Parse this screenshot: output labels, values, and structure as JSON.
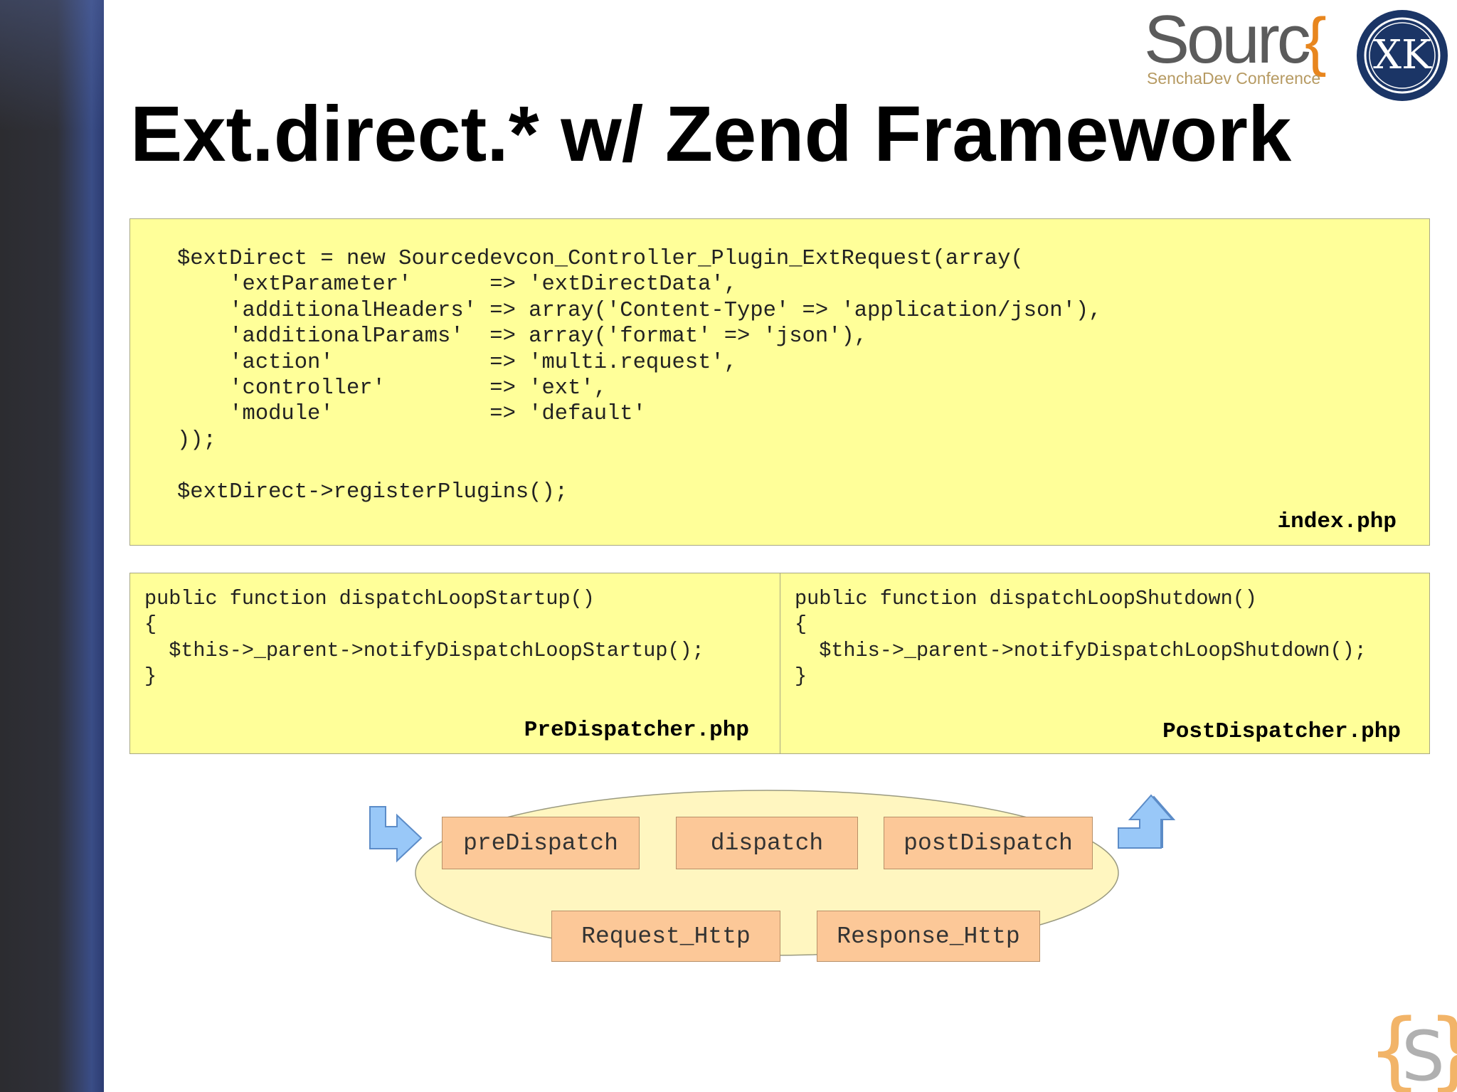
{
  "slide": {
    "title": "Ext.direct.* w/ Zend Framework"
  },
  "logo": {
    "word": "Sourc",
    "brace": "{",
    "subtitle": "SenchaDev Conference",
    "seal_letters": "XK",
    "corner_letter": "S"
  },
  "index_box": {
    "code": "$extDirect = new Sourcedevcon_Controller_Plugin_ExtRequest(array(\n    'extParameter'      => 'extDirectData',\n    'additionalHeaders' => array('Content-Type' => 'application/json'),\n    'additionalParams'  => array('format' => 'json'),\n    'action'            => 'multi.request',\n    'controller'        => 'ext',\n    'module'            => 'default'\n));\n\n$extDirect->registerPlugins();",
    "filename": "index.php"
  },
  "pre_box": {
    "code": "public function dispatchLoopStartup()\n{\n  $this->_parent->notifyDispatchLoopStartup();\n}",
    "filename": "PreDispatcher.php"
  },
  "post_box": {
    "code": "public function dispatchLoopShutdown()\n{\n  $this->_parent->notifyDispatchLoopShutdown();\n}",
    "filename": "PostDispatcher.php"
  },
  "diagram": {
    "stages": [
      "preDispatch",
      "dispatch",
      "postDispatch"
    ],
    "objects": [
      "Request_Http",
      "Response_Http"
    ]
  },
  "colors": {
    "code_background": "#ffff99",
    "stage_fill": "#fcc898",
    "ellipse_fill": "#fff6c0",
    "arrow_fill": "#99c8f8",
    "brand_orange": "#e8861e",
    "seal_navy": "#1b3566"
  }
}
